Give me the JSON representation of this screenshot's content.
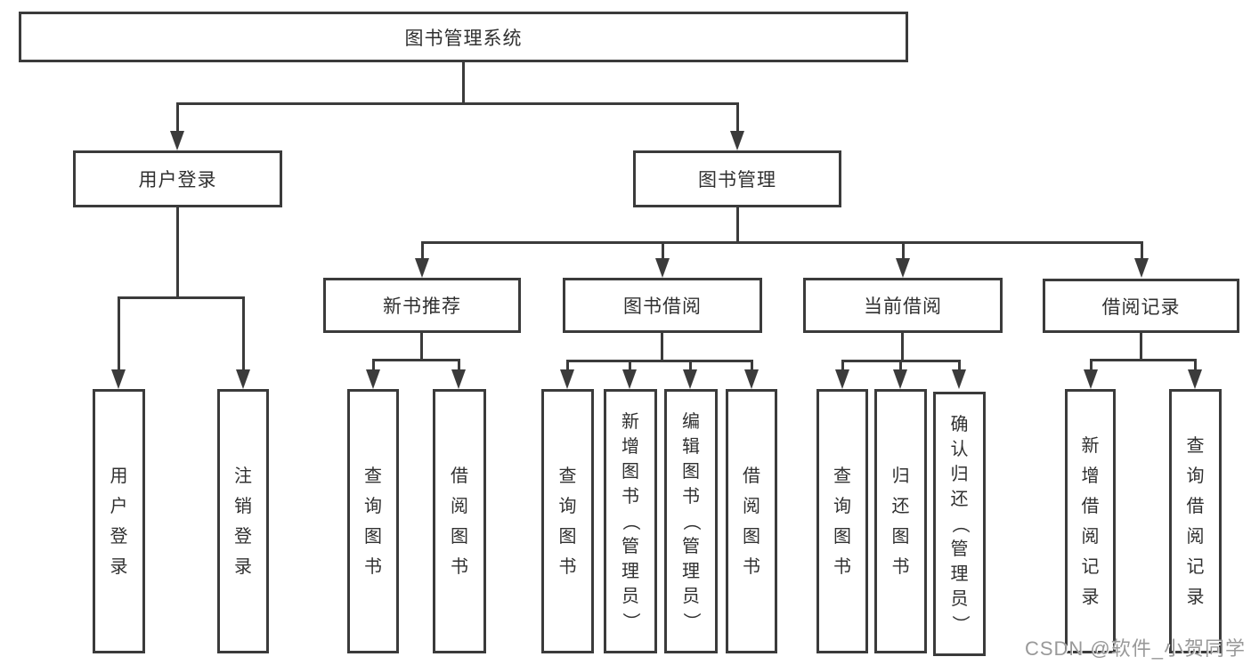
{
  "colors": {
    "line": "#3b3b3b",
    "text": "#303030",
    "background": "#ffffff",
    "watermark": "#999999"
  },
  "watermark": {
    "text": "CSDN @软件_小贺同学"
  },
  "diagram": {
    "root": {
      "label": "图书管理系统",
      "children": [
        {
          "label": "用户登录",
          "children": [
            {
              "label": "用户登录"
            },
            {
              "label": "注销登录"
            }
          ]
        },
        {
          "label": "图书管理",
          "children": [
            {
              "label": "新书推荐",
              "children": [
                {
                  "label": "查询图书"
                },
                {
                  "label": "借阅图书"
                }
              ]
            },
            {
              "label": "图书借阅",
              "children": [
                {
                  "label": "查询图书"
                },
                {
                  "label": "新增图书（管理员）"
                },
                {
                  "label": "编辑图书（管理员）"
                },
                {
                  "label": "借阅图书"
                }
              ]
            },
            {
              "label": "当前借阅",
              "children": [
                {
                  "label": "查询图书"
                },
                {
                  "label": "归还图书"
                },
                {
                  "label": "确认归还（管理员）"
                }
              ]
            },
            {
              "label": "借阅记录",
              "children": [
                {
                  "label": "新增借阅记录"
                },
                {
                  "label": "查询借阅记录"
                }
              ]
            }
          ]
        }
      ]
    }
  }
}
